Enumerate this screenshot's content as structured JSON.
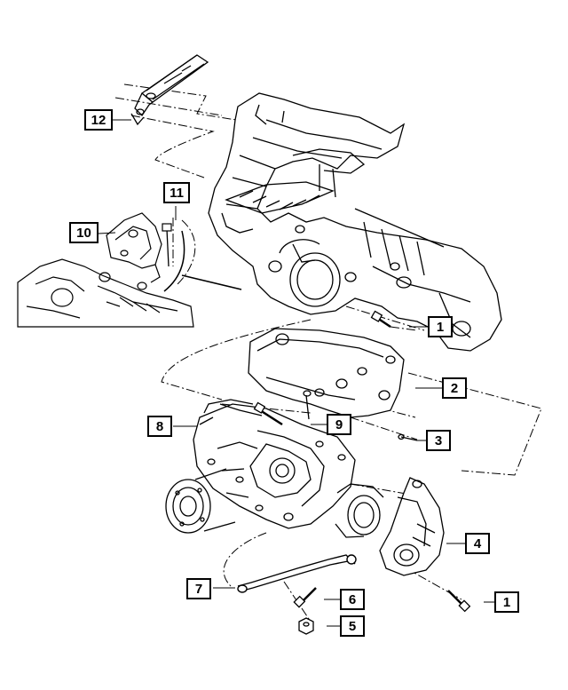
{
  "callouts": [
    {
      "id": "callout-1-top",
      "label": "1"
    },
    {
      "id": "callout-2",
      "label": "2"
    },
    {
      "id": "callout-3",
      "label": "3"
    },
    {
      "id": "callout-4",
      "label": "4"
    },
    {
      "id": "callout-1-bottom",
      "label": "1"
    },
    {
      "id": "callout-5",
      "label": "5"
    },
    {
      "id": "callout-6",
      "label": "6"
    },
    {
      "id": "callout-7",
      "label": "7"
    },
    {
      "id": "callout-8",
      "label": "8"
    },
    {
      "id": "callout-9",
      "label": "9"
    },
    {
      "id": "callout-10",
      "label": "10"
    },
    {
      "id": "callout-11",
      "label": "11"
    },
    {
      "id": "callout-12",
      "label": "12"
    }
  ],
  "colors": {
    "line": "#000000",
    "fill": "#ffffff",
    "shade": "#d9d9d9"
  }
}
